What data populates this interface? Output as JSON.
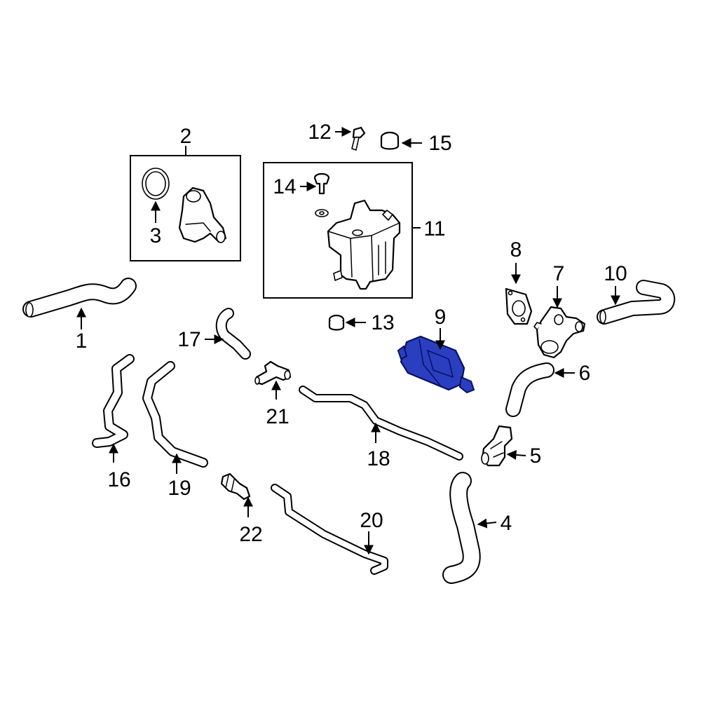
{
  "diagram": {
    "highlight_color": "#2a3ec0",
    "highlighted_part": "9",
    "callouts": {
      "c1": "1",
      "c2": "2",
      "c3": "3",
      "c4": "4",
      "c5": "5",
      "c6": "6",
      "c7": "7",
      "c8": "8",
      "c9": "9",
      "c10": "10",
      "c11": "11",
      "c12": "12",
      "c13": "13",
      "c14": "14",
      "c15": "15",
      "c16": "16",
      "c17": "17",
      "c18": "18",
      "c19": "19",
      "c20": "20",
      "c21": "21",
      "c22": "22"
    }
  }
}
